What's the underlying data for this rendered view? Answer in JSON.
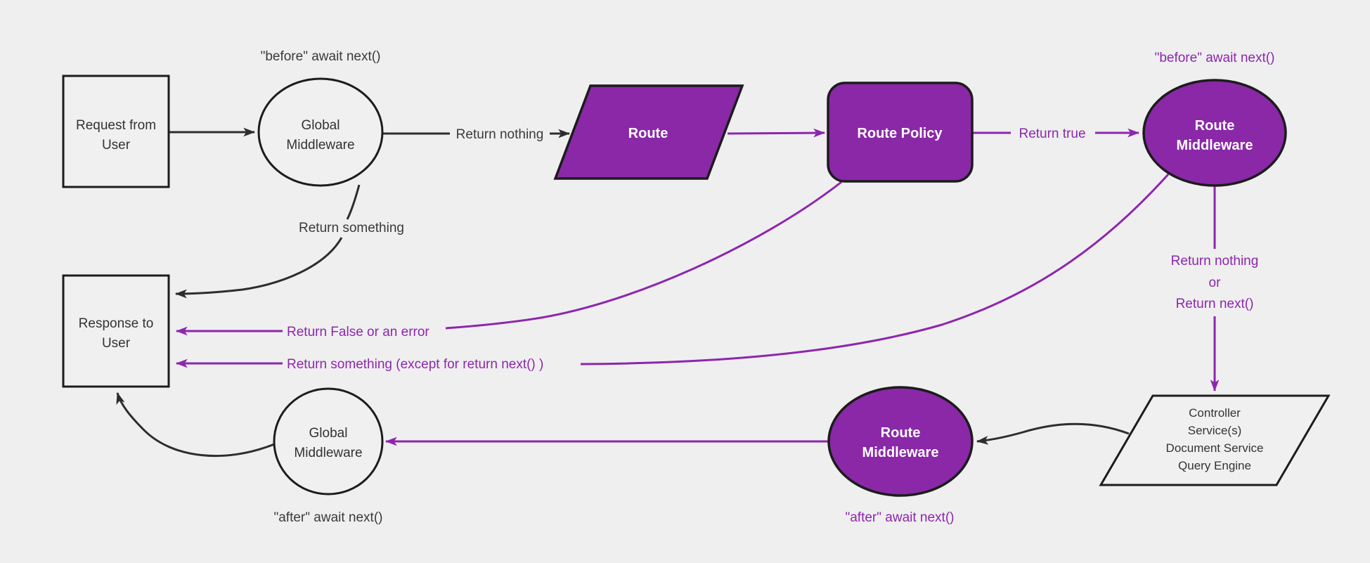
{
  "canvas": {
    "background_color": "#efefef",
    "purple_fill": "#8a28a8",
    "purple_line": "#8d26ae",
    "dark_line": "#2d2d2d",
    "node_border": "#1c1c1c"
  },
  "nodes": {
    "request": {
      "lines": [
        "Request from",
        "User"
      ]
    },
    "global_mw_top": {
      "lines": [
        "Global",
        "Middleware"
      ]
    },
    "route": {
      "lines": [
        "Route"
      ]
    },
    "route_policy": {
      "lines": [
        "Route Policy"
      ]
    },
    "route_mw_top": {
      "lines": [
        "Route",
        "Middleware"
      ]
    },
    "services": {
      "lines": [
        "Controller",
        "Service(s)",
        "Document Service",
        "Query Engine"
      ]
    },
    "route_mw_bottom": {
      "lines": [
        "Route",
        "Middleware"
      ]
    },
    "global_mw_bottom": {
      "lines": [
        "Global",
        "Middleware"
      ]
    },
    "response": {
      "lines": [
        "Response to",
        "User"
      ]
    }
  },
  "annotations": {
    "before_global": "\"before\" await next()",
    "before_route": "\"before\" await next()",
    "after_global": "\"after\" await next()",
    "after_route": "\"after\" await next()",
    "return_nothing_or": {
      "lines": [
        "Return nothing",
        "or",
        "Return next()"
      ]
    }
  },
  "edge_labels": {
    "return_nothing": "Return nothing",
    "return_true": "Return true",
    "return_something": "Return something",
    "return_false": "Return False or an error",
    "return_something_except": "Return something (except for return next() )"
  }
}
